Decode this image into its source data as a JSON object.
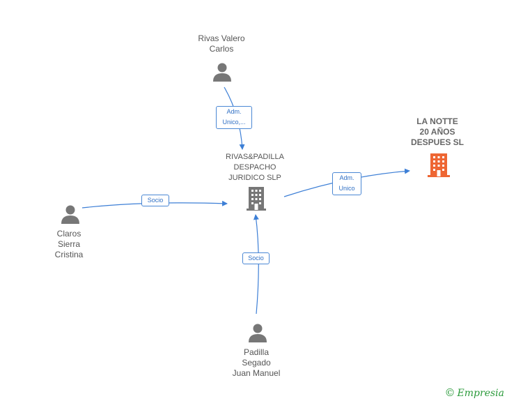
{
  "nodes": {
    "rivas_valero": {
      "label": "Rivas Valero\nCarlos",
      "icon": "person-icon",
      "color": "#777777"
    },
    "rivas_padilla": {
      "label": "RIVAS&PADILLA\nDESPACHO\nJURIDICO  SLP",
      "icon": "building-icon",
      "color": "#777777"
    },
    "la_notte": {
      "label": "LA NOTTE\n20 AÑOS\nDESPUES  SL",
      "icon": "building-icon",
      "color": "#ee6633"
    },
    "claros": {
      "label": "Claros\nSierra\nCristina",
      "icon": "person-icon",
      "color": "#777777"
    },
    "padilla": {
      "label": "Padilla\nSegado\nJuan Manuel",
      "icon": "person-icon",
      "color": "#777777"
    }
  },
  "edges": {
    "rivas_to_company": {
      "label": "Adm.\nUnico,..."
    },
    "company_to_notte": {
      "label": "Adm.\nUnico"
    },
    "claros_to_company": {
      "label": "Socio"
    },
    "padilla_to_company": {
      "label": "Socio"
    }
  },
  "colors": {
    "edge": "#3d7fd6",
    "edge_label_border": "#4a87d4",
    "edge_label_text": "#2f6fc4"
  },
  "watermark": {
    "symbol": "©",
    "brand": "Empresia"
  }
}
